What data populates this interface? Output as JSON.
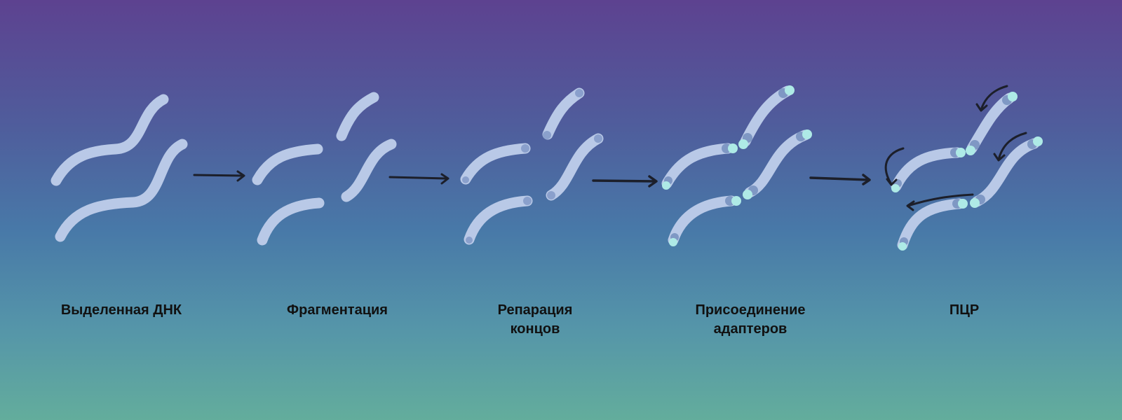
{
  "stages": [
    {
      "label": "Выделенная ДНК"
    },
    {
      "label": "Фрагментация"
    },
    {
      "label": "Репарация",
      "label2": "концов"
    },
    {
      "label": "Присоединение",
      "label2": "адаптеров"
    },
    {
      "label": "ПЦР"
    }
  ],
  "colors": {
    "strand": "#b9c9e7",
    "adapter": "#aeeae6",
    "arrow": "#1c1f2a"
  }
}
